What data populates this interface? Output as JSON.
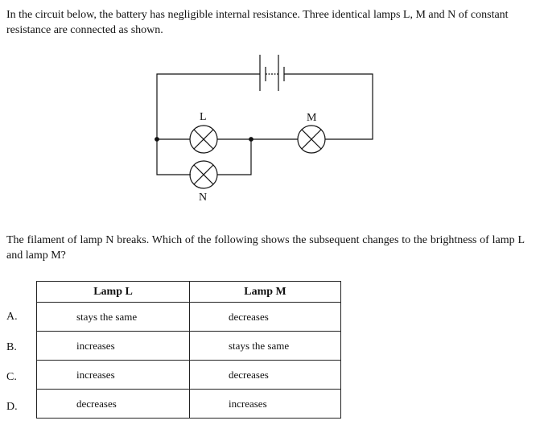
{
  "question": {
    "intro": "In the circuit below, the battery has negligible internal resistance.  Three identical lamps L, M and N of constant resistance are connected as shown.",
    "prompt": "The filament of lamp N breaks.  Which of the following shows the subsequent changes to the brightness of lamp L and lamp M?"
  },
  "diagram": {
    "lamp_labels": {
      "L": "L",
      "M": "M",
      "N": "N"
    }
  },
  "table": {
    "headers": [
      "Lamp L",
      "Lamp M"
    ],
    "rows": [
      {
        "option": "A.",
        "lamp_l": "stays the same",
        "lamp_m": "decreases"
      },
      {
        "option": "B.",
        "lamp_l": "increases",
        "lamp_m": "stays the same"
      },
      {
        "option": "C.",
        "lamp_l": "increases",
        "lamp_m": "decreases"
      },
      {
        "option": "D.",
        "lamp_l": "decreases",
        "lamp_m": "increases"
      }
    ]
  }
}
